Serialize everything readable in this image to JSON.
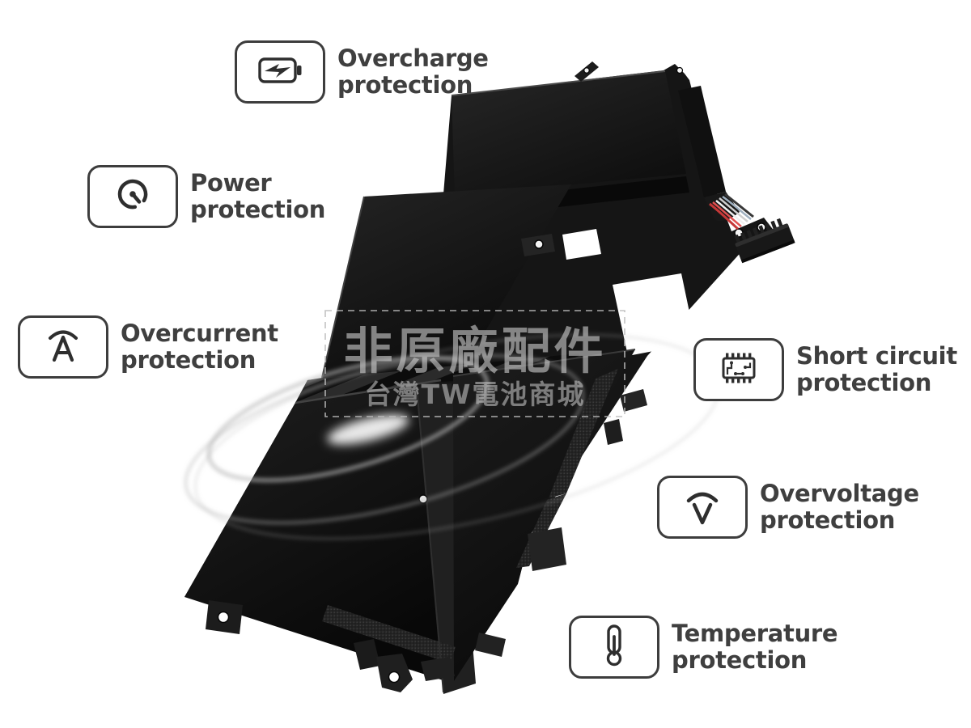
{
  "features": [
    {
      "id": "overcharge",
      "line1": "Overcharge",
      "line2": "protection"
    },
    {
      "id": "power",
      "line1": "Power",
      "line2": "protection"
    },
    {
      "id": "overcurrent",
      "line1": "Overcurrent",
      "line2": "protection"
    },
    {
      "id": "short-circuit",
      "line1": "Short circuit",
      "line2": "protection"
    },
    {
      "id": "overvoltage",
      "line1": "Overvoltage",
      "line2": "protection"
    },
    {
      "id": "temperature",
      "line1": "Temperature",
      "line2": "protection"
    }
  ],
  "watermark": {
    "line1": "非原廠配件",
    "line2": "台灣TW電池商城"
  },
  "colors": {
    "label_text": "#3f3f3f",
    "icon_stroke": "#2e2e2e",
    "box_border": "#3d3d3d",
    "battery_body": "#151515",
    "wire_red": "#c63838",
    "watermark_gray": "#c9c9c9"
  }
}
